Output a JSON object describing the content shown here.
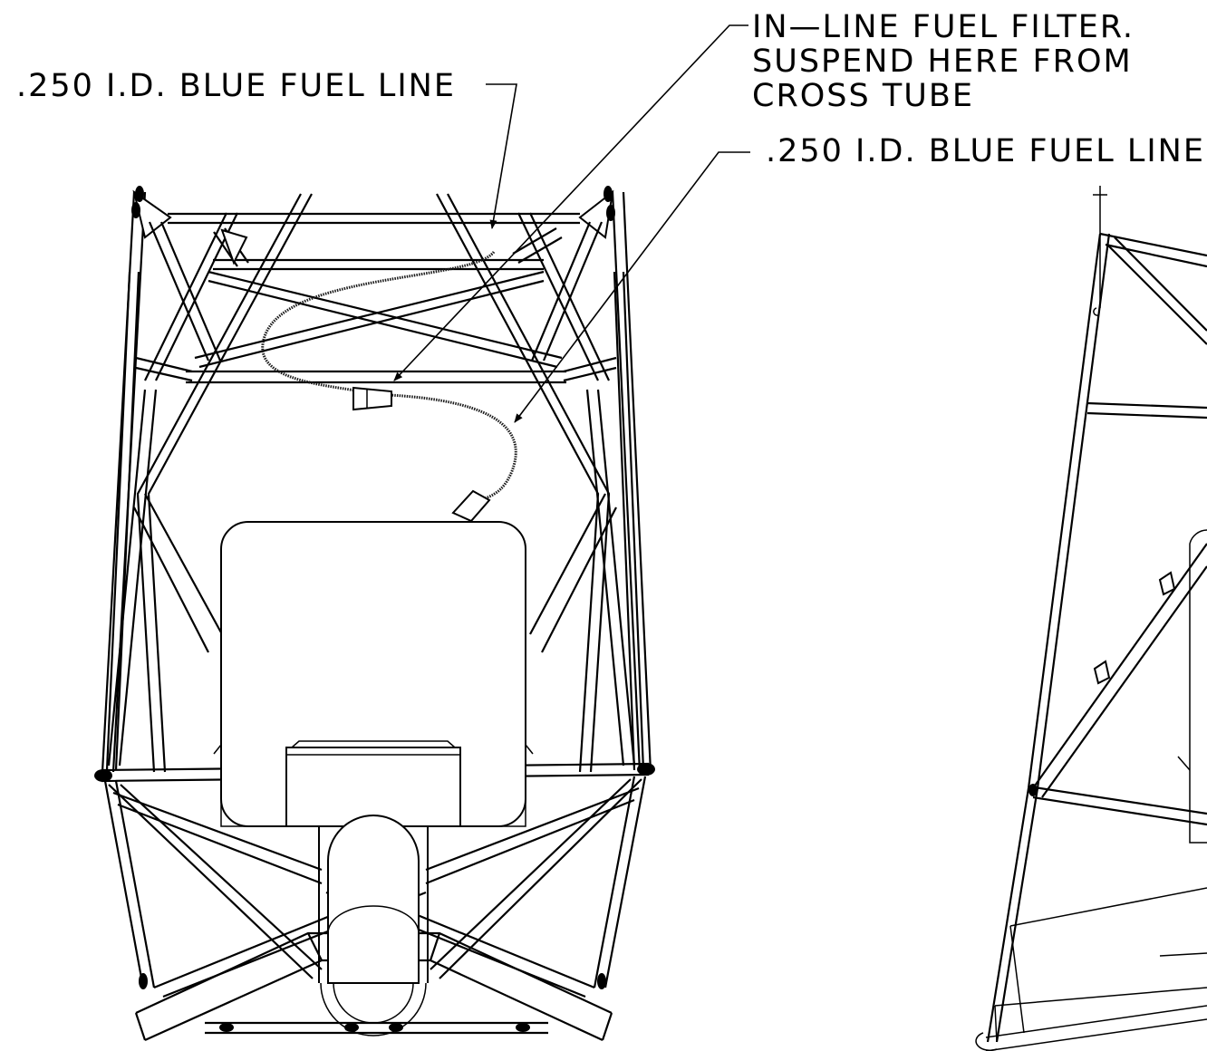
{
  "callouts": {
    "fuel_line_left": ".250 I.D. BLUE FUEL LINE",
    "filter_line_1": "IN—LINE FUEL FILTER.",
    "filter_line_2": "SUSPEND HERE FROM",
    "filter_line_3": "CROSS TUBE",
    "fuel_line_right": ".250 I.D. BLUE FUEL LINE"
  },
  "colors": {
    "ink": "#000000",
    "paper": "#ffffff"
  }
}
